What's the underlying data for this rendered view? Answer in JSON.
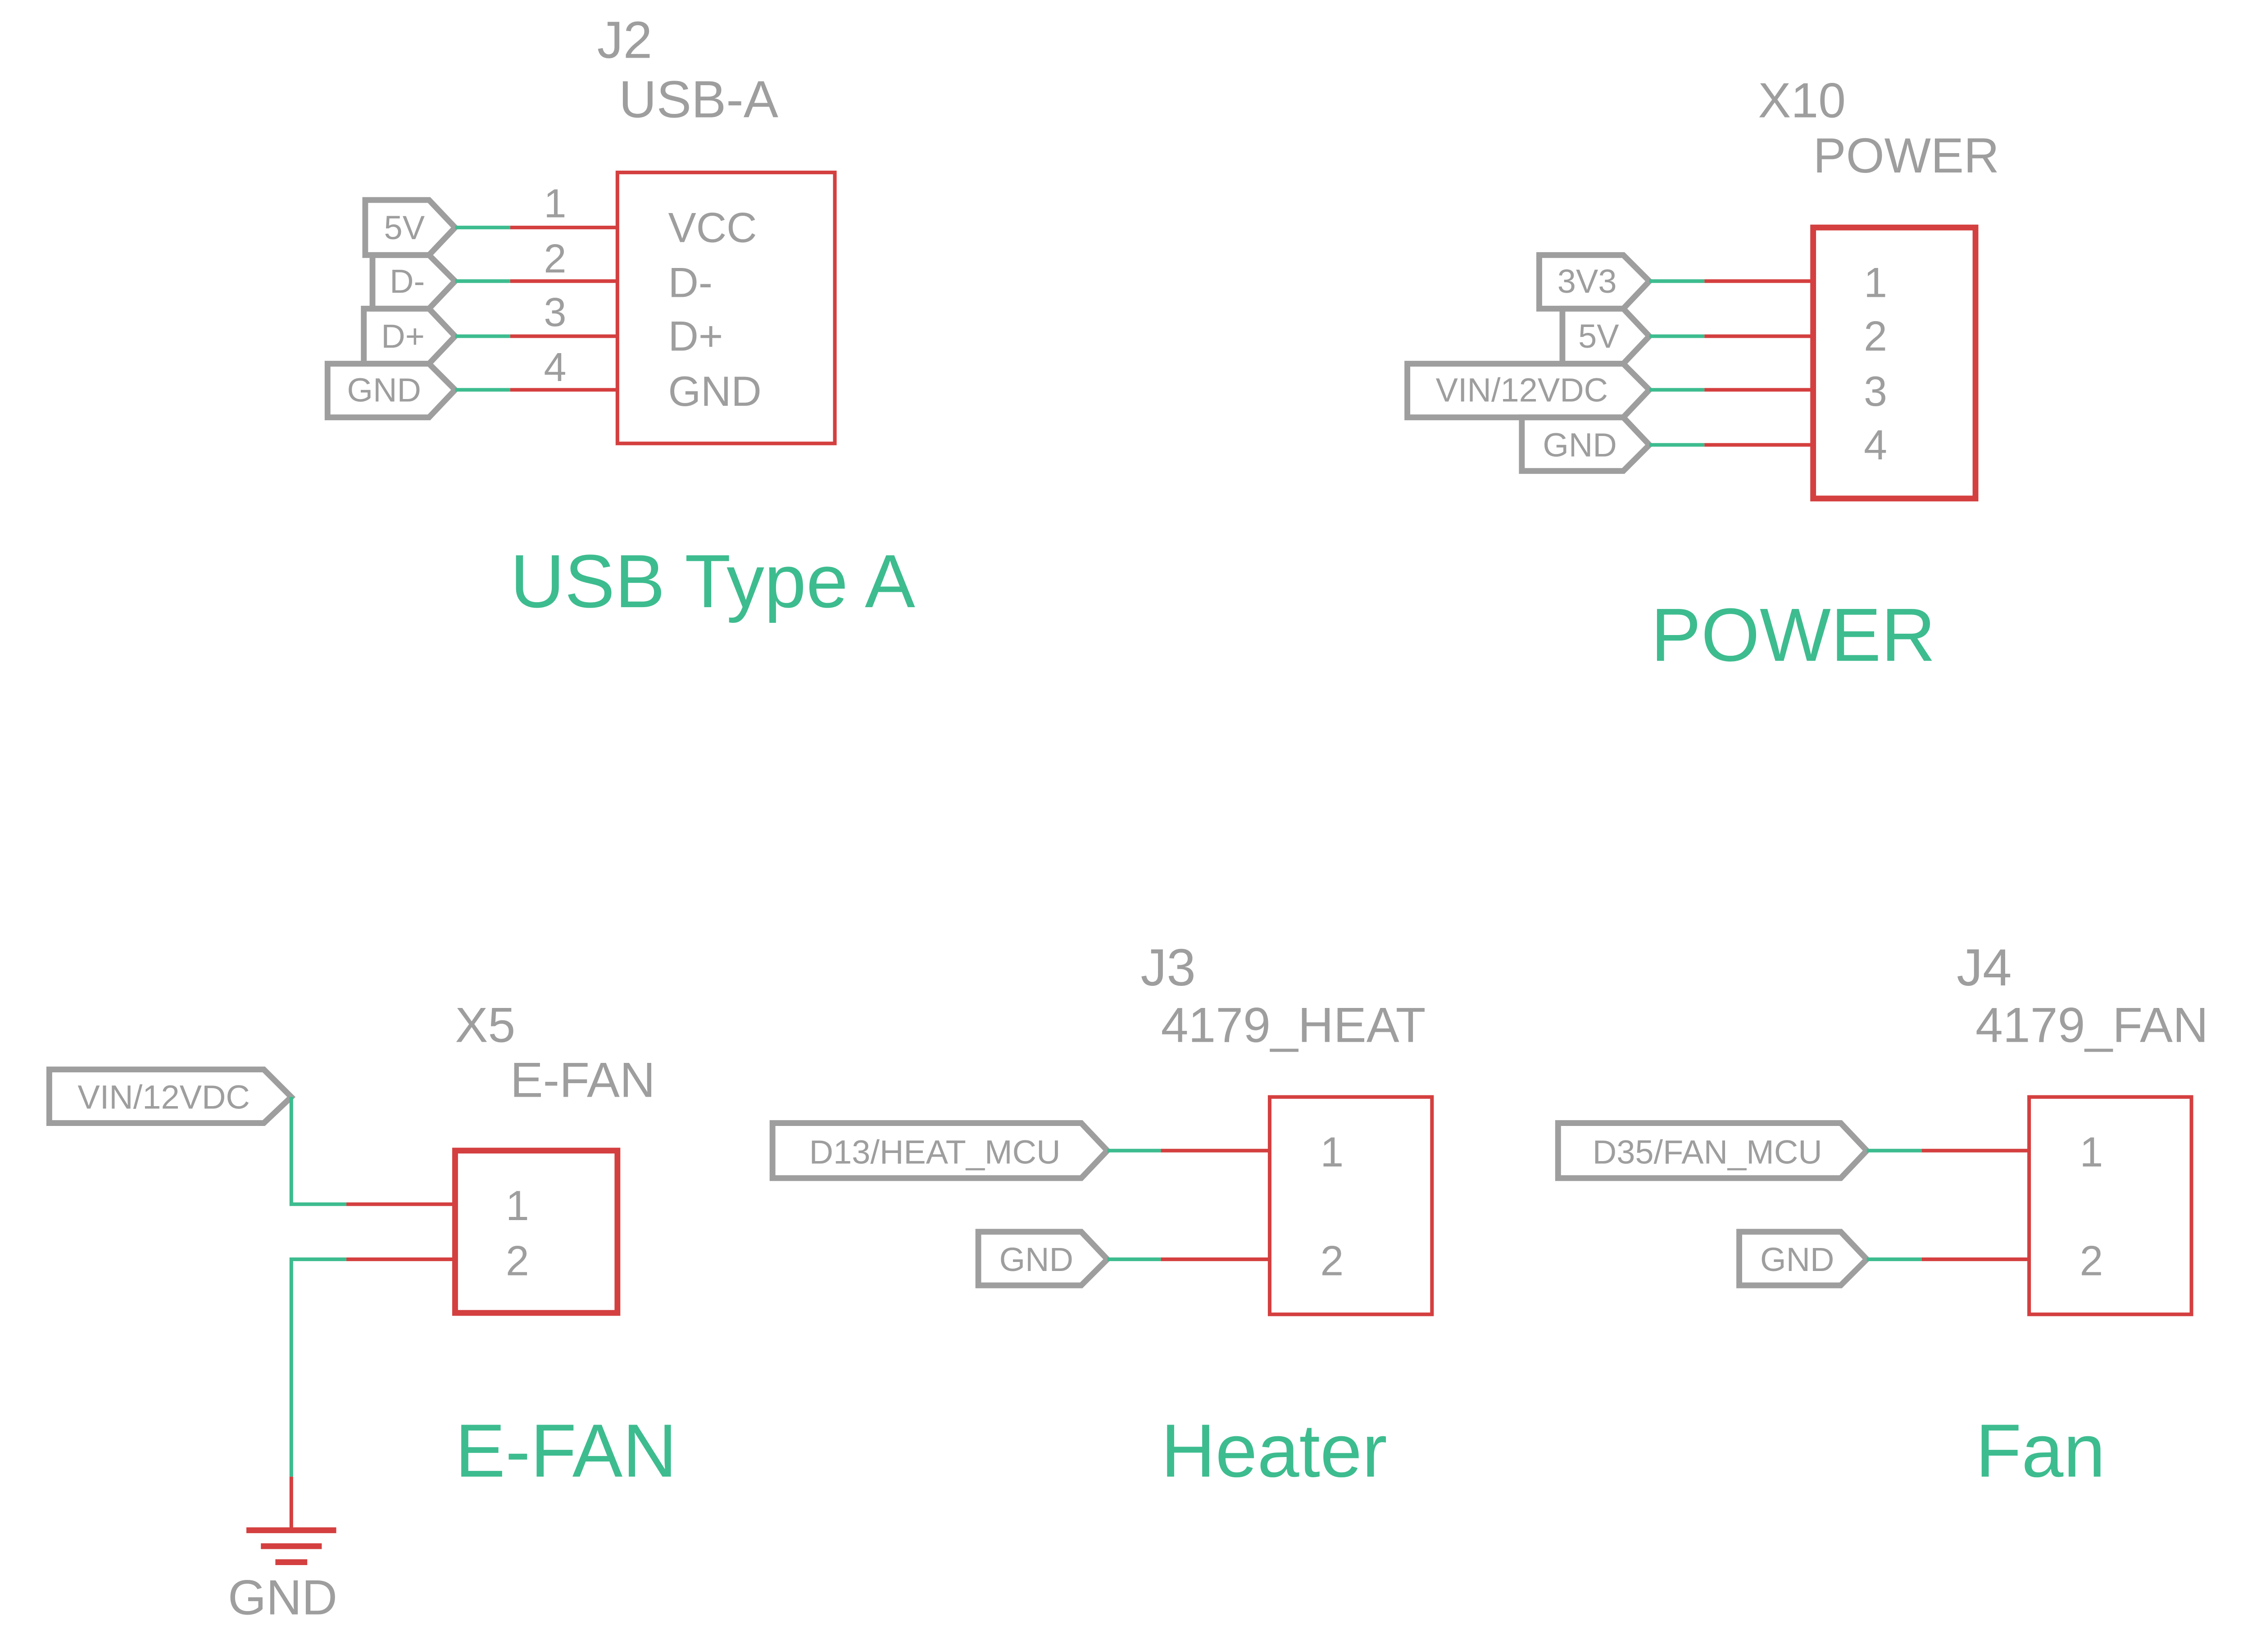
{
  "colors": {
    "wire": "#3dbc8f",
    "pin": "#d43f3f",
    "outline": "#d43f3f",
    "label": "#9e9e9e",
    "frame_title": "#3dbc8f"
  },
  "usb": {
    "refdes": "J2",
    "value": "USB-A",
    "title": "USB Type A",
    "pins": [
      {
        "num": "1",
        "name": "VCC",
        "net": "5V"
      },
      {
        "num": "2",
        "name": "D-",
        "net": "D-"
      },
      {
        "num": "3",
        "name": "D+",
        "net": "D+"
      },
      {
        "num": "4",
        "name": "GND",
        "net": "GND"
      }
    ]
  },
  "power": {
    "refdes": "X10",
    "value": "POWER",
    "title": "POWER",
    "pins": [
      {
        "num": "1",
        "net": "3V3"
      },
      {
        "num": "2",
        "net": "5V"
      },
      {
        "num": "3",
        "net": "VIN/12VDC"
      },
      {
        "num": "4",
        "net": "GND"
      }
    ]
  },
  "efan": {
    "refdes": "X5",
    "value": "E-FAN",
    "title": "E-FAN",
    "net_in": "VIN/12VDC",
    "gnd_symbol": "GND",
    "pins": [
      "1",
      "2"
    ]
  },
  "heater": {
    "refdes": "J3",
    "value": "4179_HEAT",
    "title": "Heater",
    "pins": [
      {
        "num": "1",
        "net": "D13/HEAT_MCU"
      },
      {
        "num": "2",
        "net": "GND"
      }
    ]
  },
  "fan": {
    "refdes": "J4",
    "value": "4179_FAN",
    "title": "Fan",
    "pins": [
      {
        "num": "1",
        "net": "D35/FAN_MCU"
      },
      {
        "num": "2",
        "net": "GND"
      }
    ]
  }
}
